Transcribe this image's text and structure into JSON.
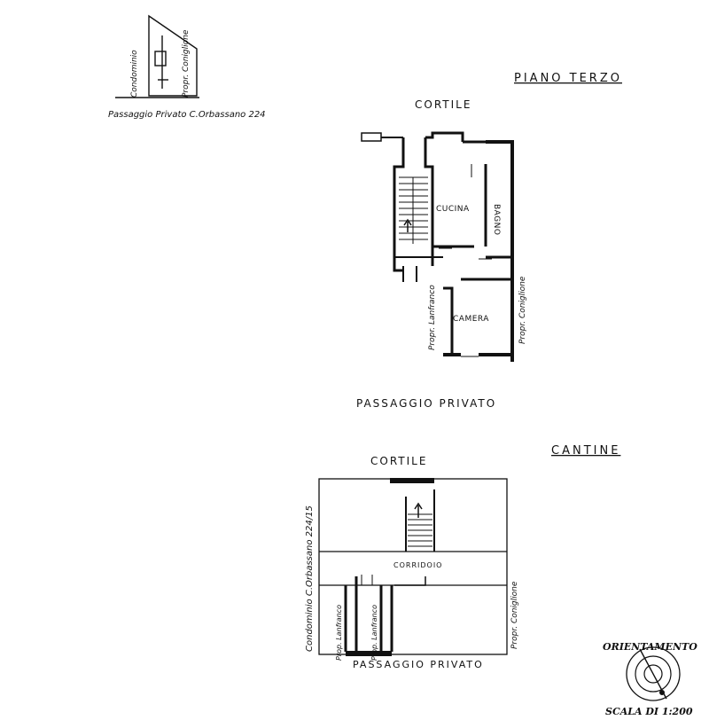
{
  "key_plan": {
    "passage_label": "Passaggio Privato C.Orbassano 224",
    "left_label": "Condominio",
    "right_label": "Propr. Coniglione"
  },
  "third_floor": {
    "title": "PIANO TERZO",
    "top_label": "CORTILE",
    "bottom_label": "PASSAGGIO PRIVATO",
    "rooms": {
      "kitchen": "CUCINA",
      "bathroom": "BAGNO",
      "bedroom": "CAMERA"
    },
    "left_neighbor": "Propr. Lanfranco",
    "right_neighbor": "Propr. Coniglione"
  },
  "cellars": {
    "title": "CANTINE",
    "top_label": "CORTILE",
    "corridor_label": "CORRIDOIO",
    "bottom_label": "PASSAGGIO PRIVATO",
    "left_building": "Condominio C.Orbassano 224/15",
    "right_neighbor": "Propr. Coniglione",
    "cellar_left": "Prop. Lanfranco",
    "cellar_right": "Prop. Lanfranco"
  },
  "compass": {
    "title": "ORIENTAMENTO",
    "scale": "SCALA DI 1:200"
  }
}
